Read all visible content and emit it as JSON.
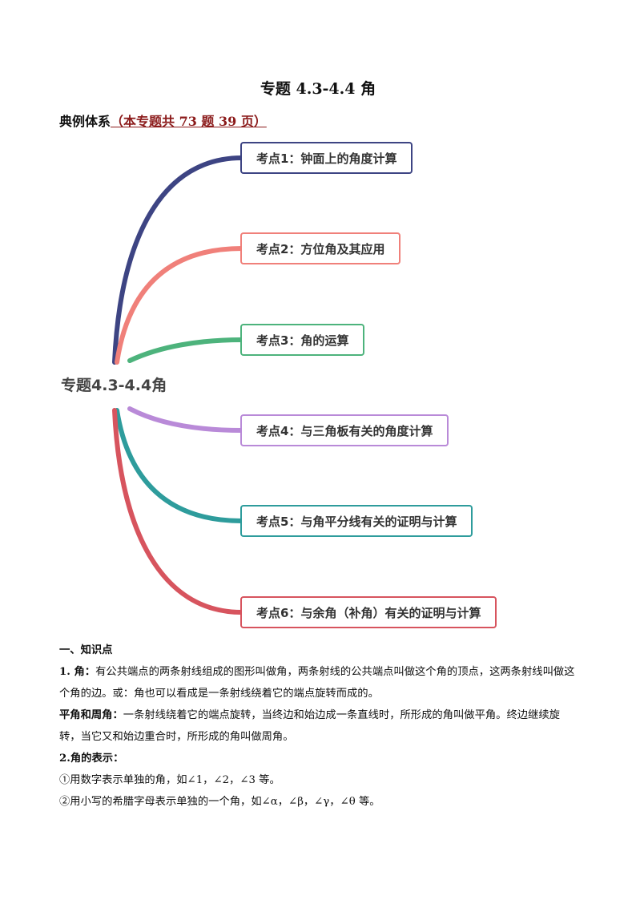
{
  "header": {
    "title": "专题 4.3-4.4 角",
    "subtitle_main": "典例体系",
    "subtitle_paren": "（本专题共 73 题 39 页）"
  },
  "mindmap": {
    "root": "专题4.3-4.4角",
    "nodes": [
      {
        "label": "考点1：钟面上的角度计算",
        "color": "#3d4483"
      },
      {
        "label": "考点2：方位角及其应用",
        "color": "#f0807a"
      },
      {
        "label": "考点3：角的运算",
        "color": "#4db37c"
      },
      {
        "label": "考点4：与三角板有关的角度计算",
        "color": "#b98ad8"
      },
      {
        "label": "考点5：与角平分线有关的证明与计算",
        "color": "#2e9c9c"
      },
      {
        "label": "考点6：与余角（补角）有关的证明与计算",
        "color": "#d7545e"
      }
    ]
  },
  "content": {
    "section_heading": "一、知识点",
    "p1_term": "1. 角：",
    "p1_text": "有公共端点的两条射线组成的图形叫做角，两条射线的公共端点叫做这个角的顶点，这两条射线叫做这个角的边。或：角也可以看成是一条射线绕着它的端点旋转而成的。",
    "p2_term": "平角和周角：",
    "p2_text": "一条射线绕着它的端点旋转，当终边和始边成一条直线时，所形成的角叫做平角。终边继续旋转，当它又和始边重合时，所形成的角叫做周角。",
    "p3_heading": "2.角的表示：",
    "p4": "①用数字表示单独的角，如∠1，∠2，∠3 等。",
    "p5": "②用小写的希腊字母表示单独的一个角，如∠α，∠β，∠γ，∠θ 等。"
  }
}
